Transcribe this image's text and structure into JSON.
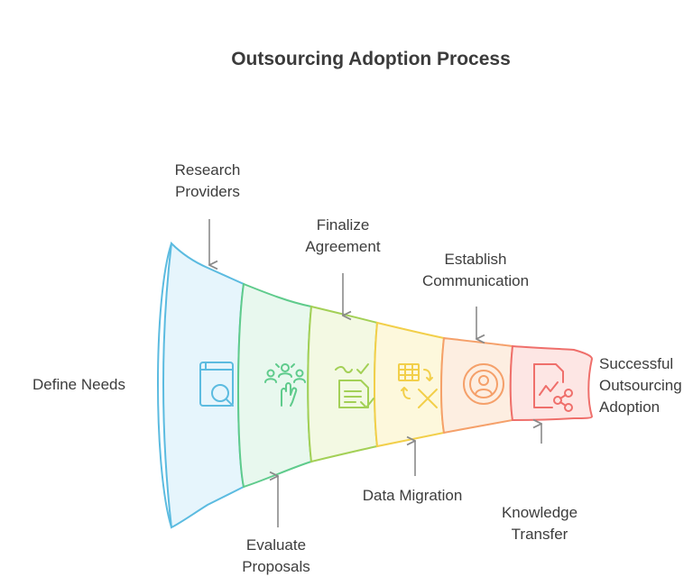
{
  "title": "Outsourcing Adoption Process",
  "start_label": "Define Needs",
  "end_label": "Successful\nOutsourcing\nAdoption",
  "stages": [
    {
      "label": "Research\nProviders",
      "icon": "book-search-icon",
      "color": "#5bbbe0",
      "fill": "#e6f5fc"
    },
    {
      "label": "Evaluate\nProposals",
      "icon": "people-hand-icon",
      "color": "#5fcb8c",
      "fill": "#e8f8ee"
    },
    {
      "label": "Finalize\nAgreement",
      "icon": "document-check-icon",
      "color": "#a3d056",
      "fill": "#f3f9e3"
    },
    {
      "label": "Data Migration",
      "icon": "table-transfer-icon",
      "color": "#f2cf4a",
      "fill": "#fdf8dc"
    },
    {
      "label": "Establish\nCommunication",
      "icon": "broadcast-icon",
      "color": "#f5a06a",
      "fill": "#fdeee1"
    },
    {
      "label": "Knowledge\nTransfer",
      "icon": "chart-share-icon",
      "color": "#ef6f6b",
      "fill": "#fde6e4"
    }
  ]
}
